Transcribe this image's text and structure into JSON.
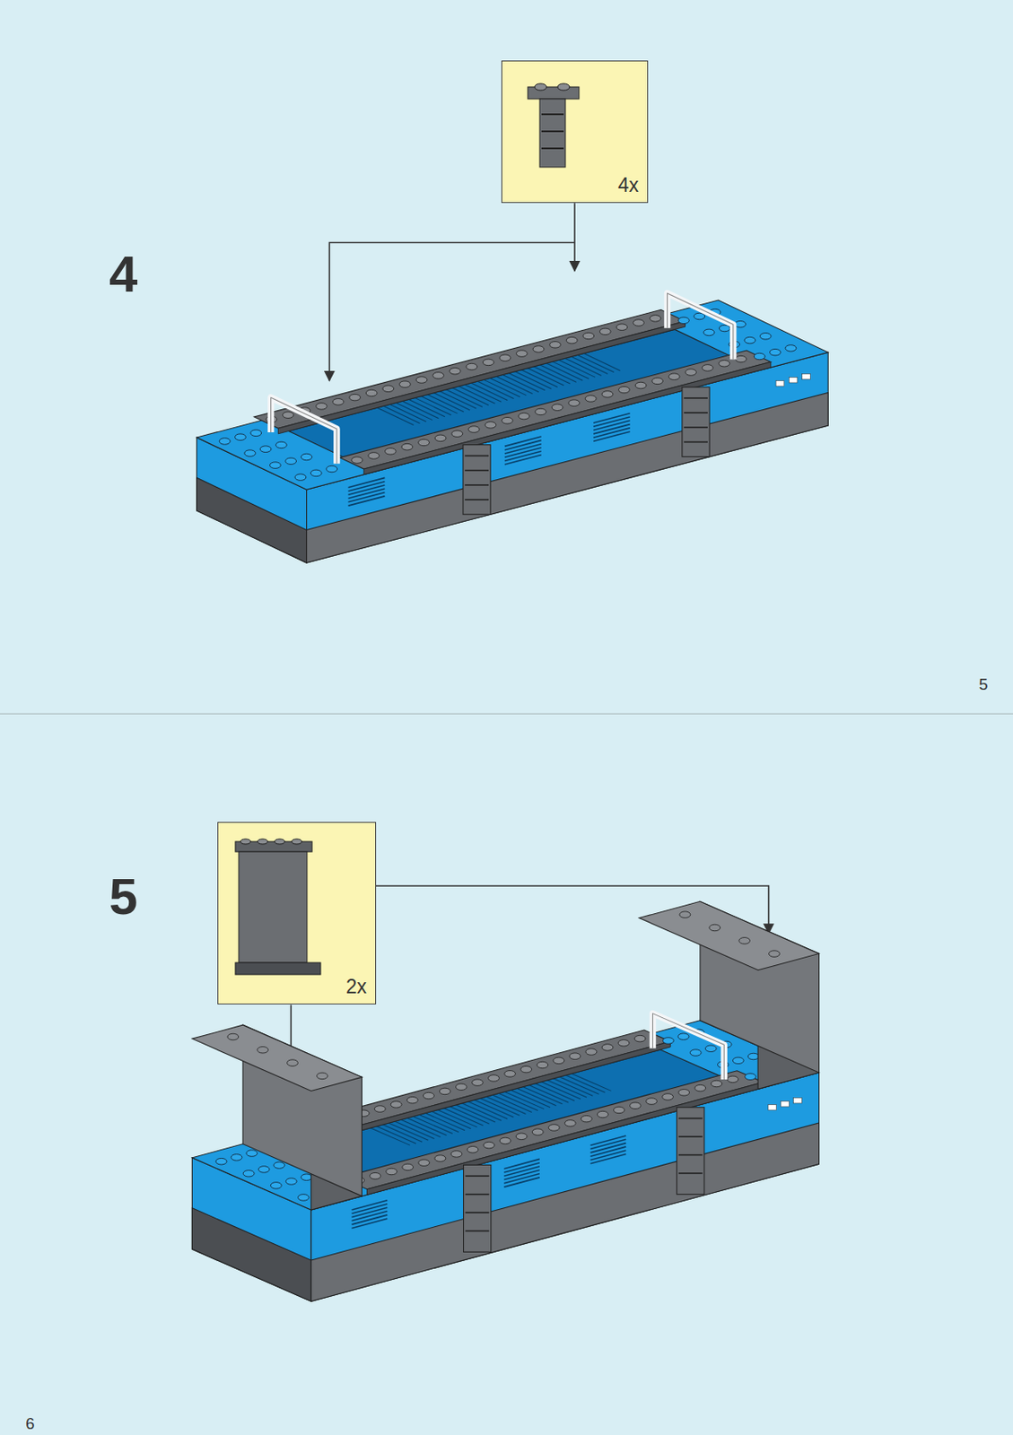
{
  "diagram": {
    "nodes": [
      {
        "text": [
          "4x"
        ]
      },
      {
        "text": [
          "2x"
        ]
      }
    ],
    "labels": [
      "4",
      "5",
      "5",
      "6"
    ]
  }
}
